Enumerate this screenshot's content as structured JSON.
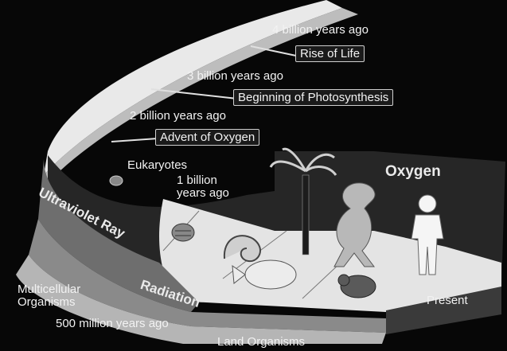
{
  "diagram": {
    "time_markers": {
      "four_billion": "4 billion years ago",
      "three_billion": "3 billion years ago",
      "two_billion": "2 billion years ago",
      "one_billion": "1 billion\nyears ago",
      "five_hundred_million": "500 million years ago",
      "present": "Present"
    },
    "events": {
      "rise_of_life": "Rise of Life",
      "photosynthesis": "Beginning of Photosynthesis",
      "oxygen_advent": "Advent of Oxygen"
    },
    "stages": {
      "eukaryotes": "Eukaryotes",
      "multicellular": "Multicellular\nOrganisms",
      "land": "Land Organisms"
    },
    "bands": {
      "oxygen": "Oxygen",
      "ultraviolet": "Ultraviolet Ray",
      "radiation": "Radiation"
    },
    "icons": [
      "palm-tree-icon",
      "dinosaur-icon",
      "human-figure-icon",
      "ammonite-icon",
      "trilobite-icon",
      "fish-icon",
      "mammal-icon",
      "cell-icon"
    ]
  }
}
